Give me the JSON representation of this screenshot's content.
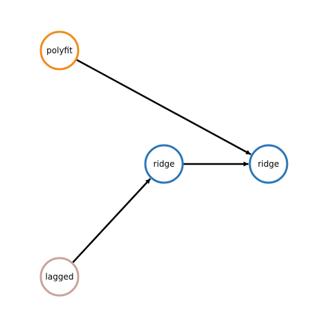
{
  "diagram": {
    "type": "directed-graph",
    "nodes": [
      {
        "id": "polyfit",
        "label": "polyfit",
        "color": "#f28a1c"
      },
      {
        "id": "ridge_a",
        "label": "ridge",
        "color": "#2a76b5"
      },
      {
        "id": "ridge_b",
        "label": "ridge",
        "color": "#2a76b5"
      },
      {
        "id": "lagged",
        "label": "lagged",
        "color": "#c9a49a"
      }
    ],
    "edges": [
      {
        "from": "polyfit",
        "to": "ridge_b"
      },
      {
        "from": "ridge_a",
        "to": "ridge_b"
      },
      {
        "from": "lagged",
        "to": "ridge_a"
      }
    ],
    "edge_color": "#000000"
  }
}
